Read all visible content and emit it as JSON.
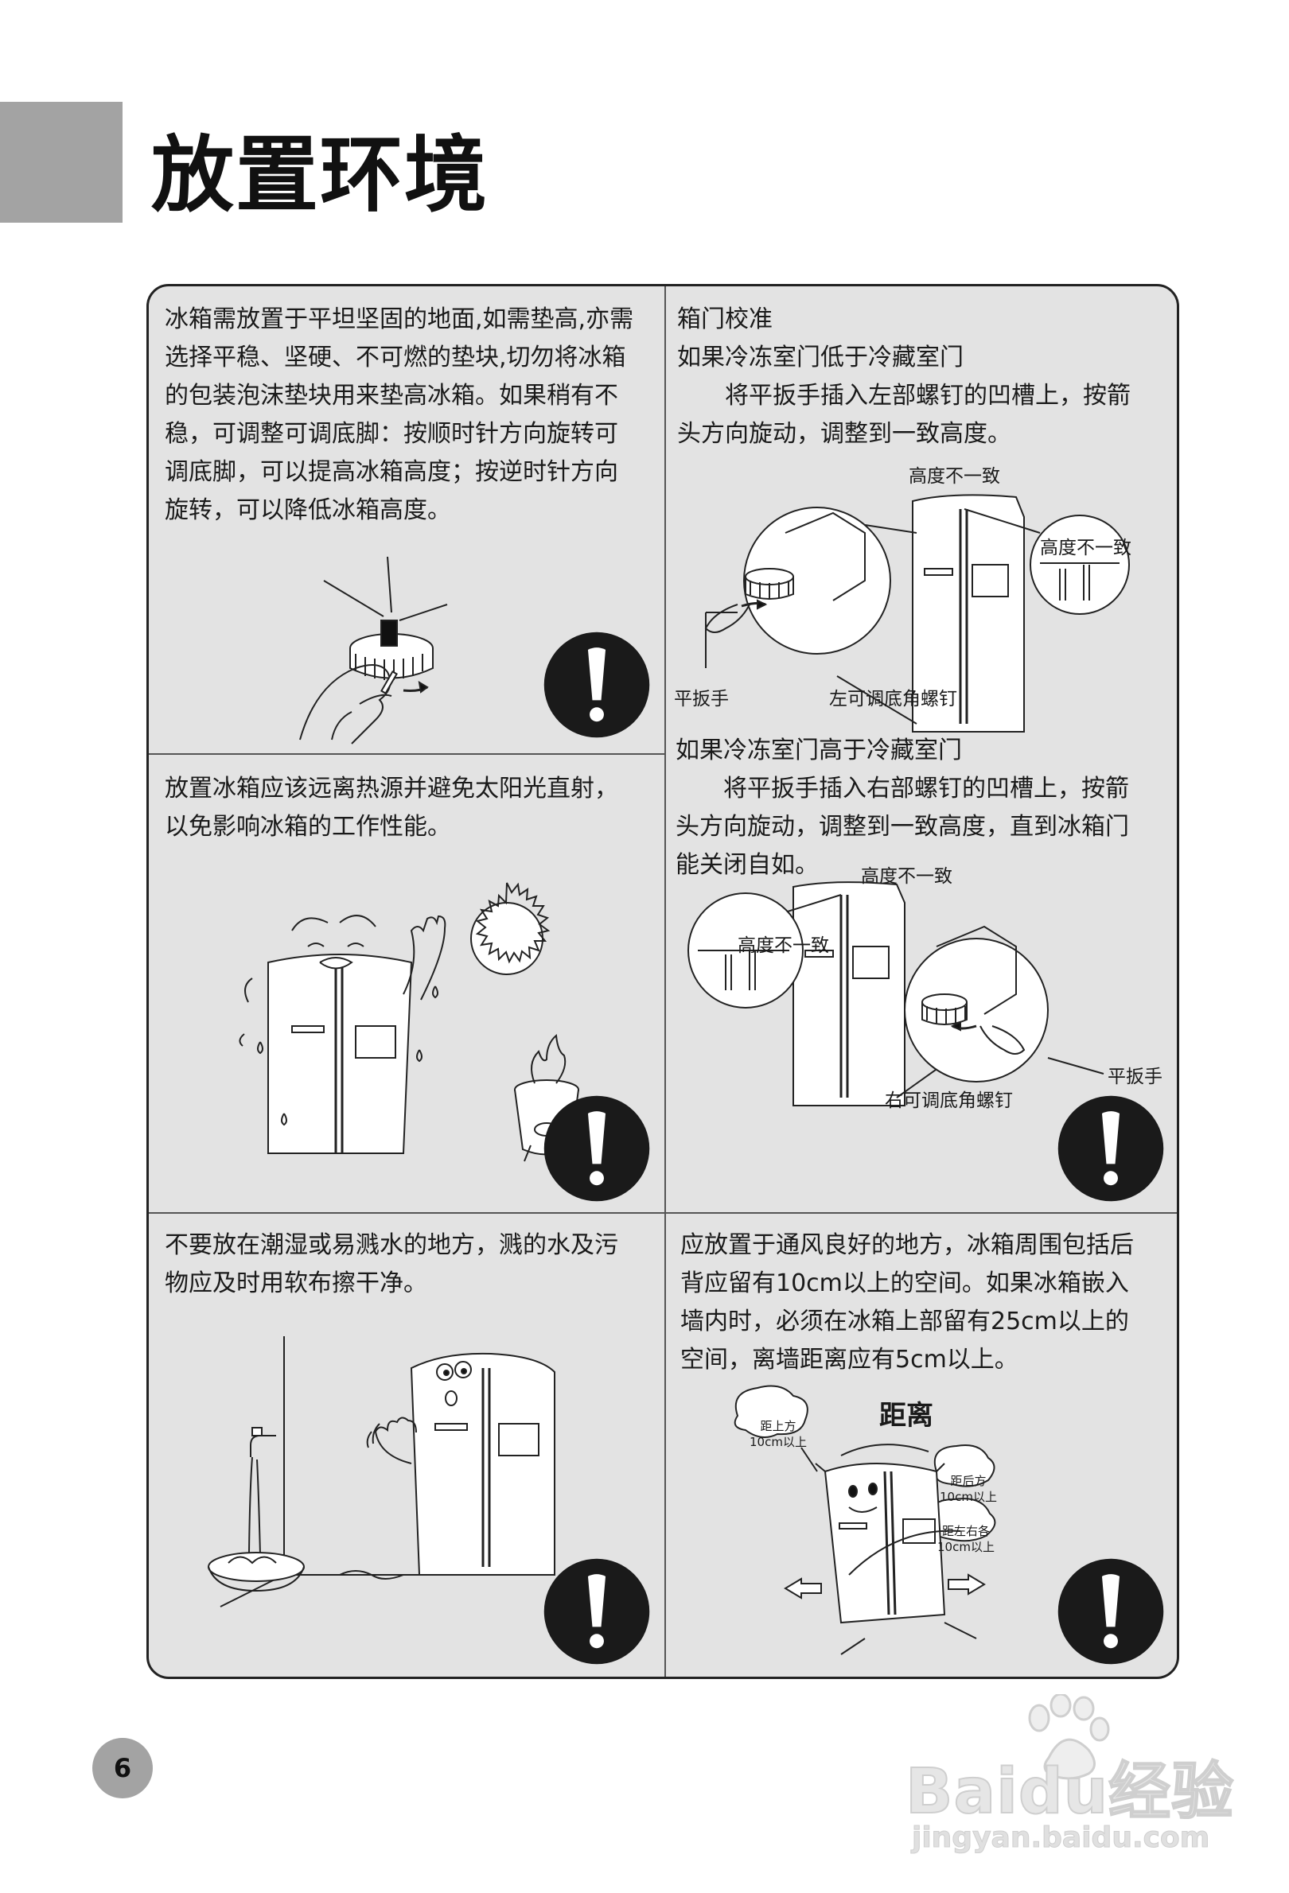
{
  "page": {
    "title": "放置环境",
    "page_number": "6"
  },
  "sections": {
    "level_floor": {
      "text": [
        "冰箱需放置于平坦坚固的地面,如需垫高,亦需",
        "选择平稳、坚硬、不可燃的垫块,切勿将冰箱",
        "的包装泡沫垫块用来垫高冰箱。如果稍有不",
        "稳，可调整可调底脚：按顺时针方向旋转可",
        "调底脚，可以提高冰箱高度；按逆时针方向",
        "旋转，可以降低冰箱高度。"
      ]
    },
    "door_calibration": {
      "heading": "箱门校准",
      "case1_title": "如果冷冻室门低于冷藏室门",
      "case1_text": [
        "将平扳手插入左部螺钉的凹槽上，按箭",
        "头方向旋动，调整到一致高度。"
      ],
      "case1_labels": {
        "height_top": "高度不一致",
        "height_zoom": "高度不一致",
        "wrench": "平扳手",
        "screw": "左可调底角螺钉"
      },
      "case2_title": "如果冷冻室门高于冷藏室门",
      "case2_text": [
        "将平扳手插入右部螺钉的凹槽上，按箭",
        "头方向旋动，调整到一致高度，直到冰箱门",
        "能关闭自如。"
      ],
      "case2_labels": {
        "height_top": "高度不一致",
        "height_zoom": "高度不一致",
        "wrench": "平扳手",
        "screw": "右可调底角螺钉"
      }
    },
    "heat": {
      "text": [
        "放置冰箱应该远离热源并避免太阳光直射，",
        "以免影响冰箱的工作性能。"
      ]
    },
    "moisture": {
      "text": [
        "不要放在潮湿或易溅水的地方，溅的水及污",
        "物应及时用软布擦干净。"
      ]
    },
    "ventilation": {
      "text": [
        "应放置于通风良好的地方，冰箱周围包括后",
        "背应留有10cm以上的空间。如果冰箱嵌入",
        "墙内时，必须在冰箱上部留有25cm以上的",
        "空间，离墙距离应有5cm以上。"
      ],
      "labels": {
        "distance": "距离",
        "top_line1": "距上方",
        "top_line2": "10cm以上",
        "back_line1": "距后方",
        "back_line2": "10cm以上",
        "side_line1": "距左右各",
        "side_line2": "10cm以上"
      }
    }
  },
  "watermark": {
    "brand": "Baidu经验",
    "url": "jingyan.baidu.com"
  },
  "colors": {
    "panel_bg": "#e3e3e3",
    "grey_tab": "#a3a3a3",
    "warning_circle": "#1a1a1a"
  }
}
